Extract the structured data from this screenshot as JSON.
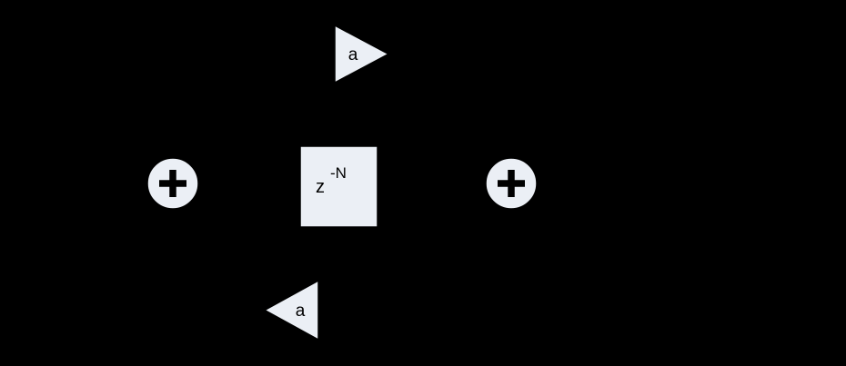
{
  "diagram": {
    "type": "signal-flow-block-diagram",
    "background_color": "#000000",
    "block_fill_color": "#ebeff5",
    "block_stroke_color": "#000000",
    "text_color": "#000000",
    "blocks": {
      "gain_top": {
        "label": "a",
        "shape": "triangle-right"
      },
      "adder_left": {
        "symbol": "+",
        "shape": "circle"
      },
      "delay": {
        "base": "z",
        "exponent": "-N",
        "shape": "square"
      },
      "adder_right": {
        "symbol": "+",
        "shape": "circle"
      },
      "gain_bottom": {
        "label": "a",
        "shape": "triangle-left"
      }
    }
  }
}
